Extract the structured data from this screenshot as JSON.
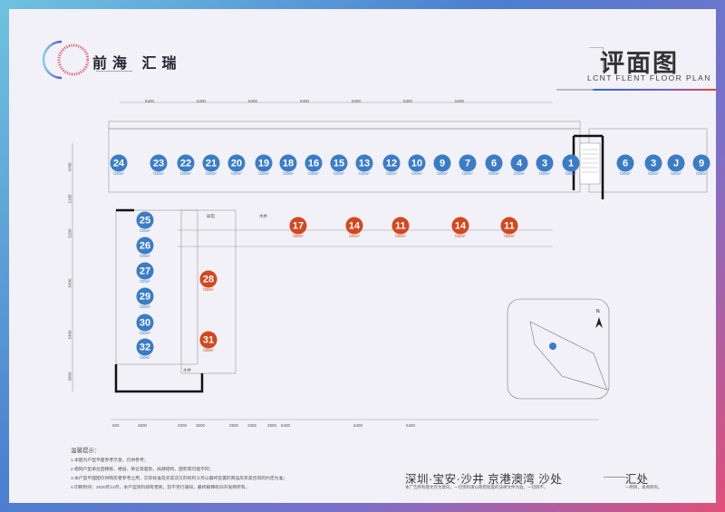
{
  "brand": {
    "logo_text": "前海 汇瑞"
  },
  "header": {
    "title": "评面图",
    "subtitle": "LCNT FLENT FLOOR PLAN"
  },
  "plan": {
    "top_units": [
      {
        "no": "24",
        "area": "f20m²"
      },
      {
        "no": "23",
        "area": "f20m²"
      },
      {
        "no": "22",
        "area": "f20m²"
      },
      {
        "no": "21",
        "area": "f20m²"
      },
      {
        "no": "20",
        "area": "f20m²"
      },
      {
        "no": "19",
        "area": "f20m²"
      },
      {
        "no": "18",
        "area": "f20m²"
      },
      {
        "no": "16",
        "area": "f20m²"
      },
      {
        "no": "15",
        "area": "f20m²"
      },
      {
        "no": "13",
        "area": "f20m²"
      },
      {
        "no": "12",
        "area": "f20m²"
      },
      {
        "no": "10",
        "area": "f20m²"
      },
      {
        "no": "9",
        "area": "f20m²"
      },
      {
        "no": "7",
        "area": "f20m²"
      },
      {
        "no": "6",
        "area": "f20m²"
      },
      {
        "no": "4",
        "area": "f20m²"
      },
      {
        "no": "3",
        "area": "f20m²"
      },
      {
        "no": "1",
        "area": "f20m²"
      },
      {
        "no": "6",
        "area": "f20m²"
      },
      {
        "no": "3",
        "area": "f20m²"
      },
      {
        "no": "J",
        "area": "f20m²"
      },
      {
        "no": "9",
        "area": "f20m²"
      }
    ],
    "left_units": [
      {
        "no": "25",
        "area": "f20m²"
      },
      {
        "no": "26",
        "area": "f20m²"
      },
      {
        "no": "27",
        "area": "f20m²"
      },
      {
        "no": "29",
        "area": "f20m²"
      },
      {
        "no": "30",
        "area": "f20m²"
      },
      {
        "no": "32",
        "area": "f20m²"
      }
    ],
    "shop_units": [
      {
        "no": "17",
        "area": "f30m²"
      },
      {
        "no": "14",
        "area": "f30m²"
      },
      {
        "no": "11",
        "area": "f30m²"
      },
      {
        "no": "14",
        "area": "f30m²"
      },
      {
        "no": "11",
        "area": "f30m²"
      },
      {
        "no": "28",
        "area": "f30m²"
      },
      {
        "no": "31",
        "area": "f30m²"
      }
    ],
    "room_labels": [
      "弱电",
      "水井",
      "水井"
    ],
    "top_dims": [
      "5400",
      "5400",
      "5400",
      "5400",
      "5400",
      "5400",
      "5400"
    ],
    "bottom_dims": [
      "600",
      "4800",
      "2000",
      "3600",
      "2900",
      "2300",
      "2900",
      "5400",
      "5400",
      "5400"
    ],
    "left_dims": [
      "4700",
      "2100",
      "5100",
      "5400",
      "5400",
      "3900"
    ],
    "compass_label": "N"
  },
  "notes": {
    "heading": "温馨提示：",
    "lines": [
      "1.本图为户型平面参考示意，仅供参考；",
      "2.相同户型单位因楼栋、楼层、单位等差别，局部结构、面积等可能不同；",
      "3.本户型平面图仅供购房者参考之用，交房标准及买卖双方的权利义务以最终签署的商品房买卖合同的约定为准；",
      "4.印刷时间：2020年12月，本户型资料如有更新，恕不另行通知，最终解释权归开发商所有。"
    ]
  },
  "footer": {
    "location": "深圳·宝安·沙井 京港澳湾 沙处",
    "location_note": "本广告所有图文仅为意向，一切资料请以政府批准的法律文件为准，一切则不，",
    "office": "汇处",
    "office_note": "一所商，发商所有。"
  },
  "colors": {
    "unit_blue": "#3b7cc6",
    "unit_orange": "#d4471f"
  }
}
